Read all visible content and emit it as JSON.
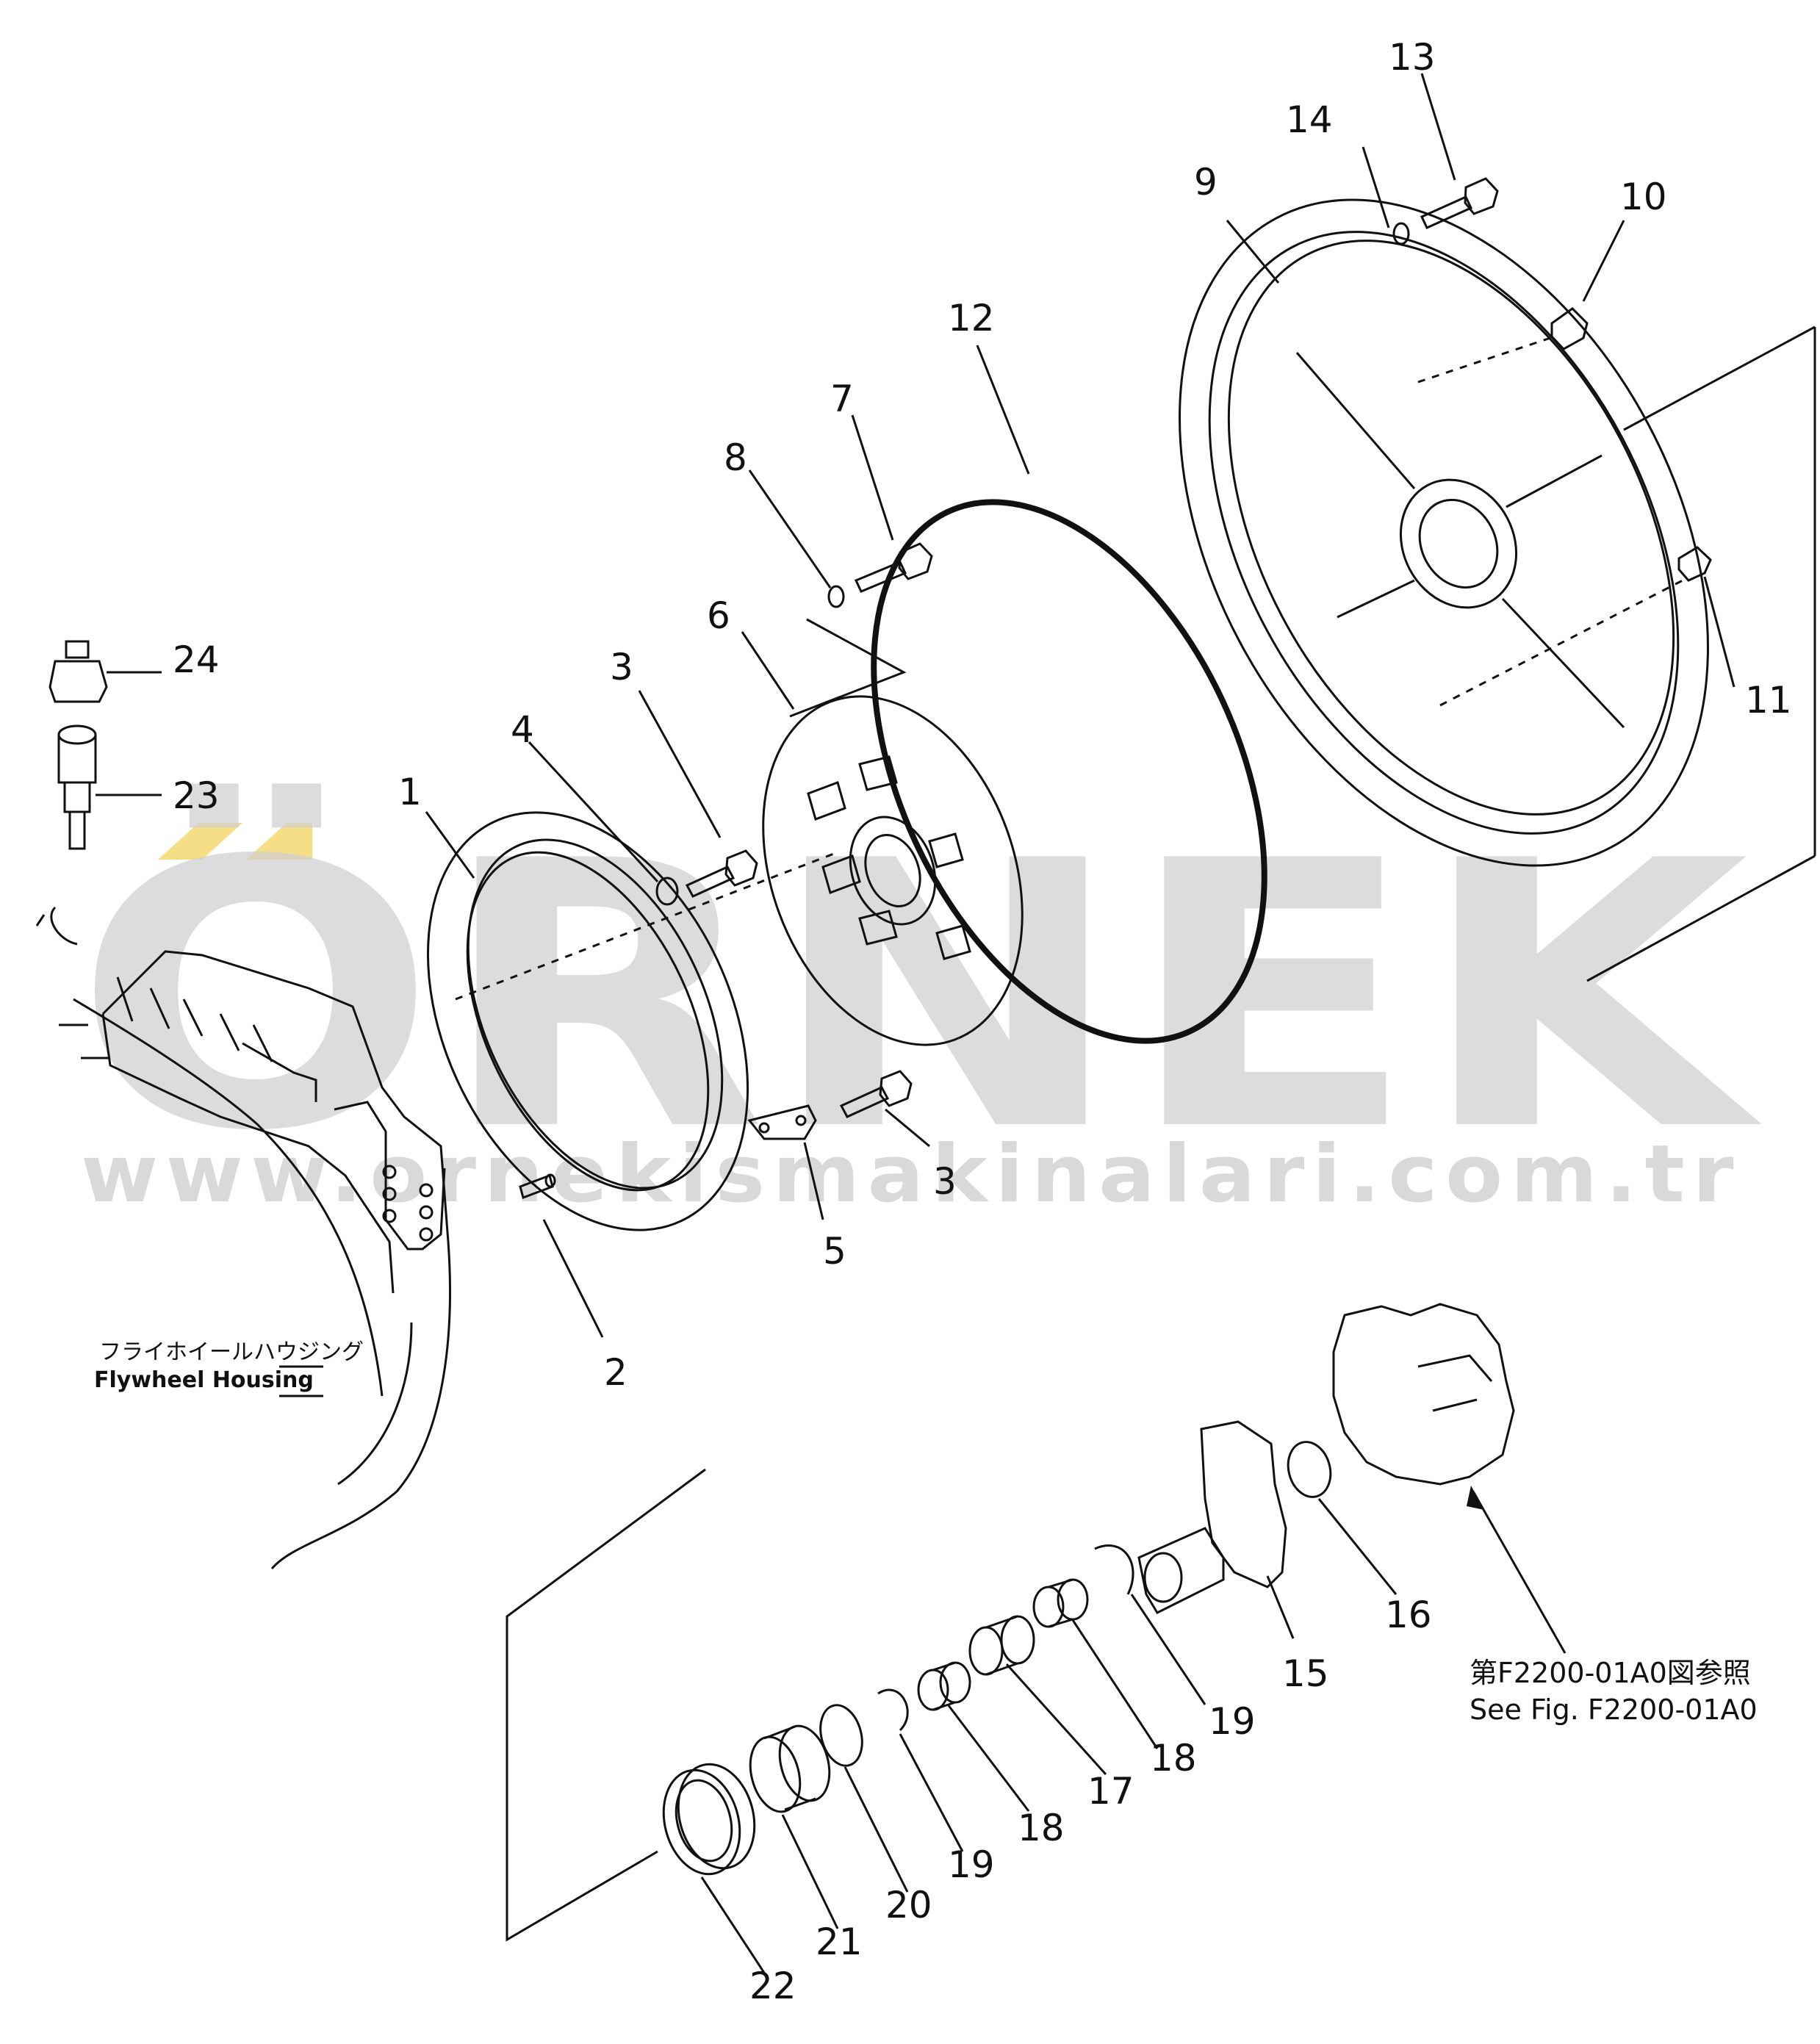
{
  "watermark": {
    "brand": "ÖRNEK",
    "url": "www.ornekismakinalari.com.tr",
    "accent_color": "#f2d35c",
    "text_color": "#cfcfd3"
  },
  "labels": {
    "flywheel_housing_jp": "フライホイールハウジング",
    "flywheel_housing_en": "Flywheel  Housing",
    "see_fig_jp": "第F2200-01A0図参照",
    "see_fig_en": "See Fig. F2200-01A0"
  },
  "callouts": {
    "c1": "1",
    "c2": "2",
    "c3a": "3",
    "c3b": "3",
    "c4": "4",
    "c5": "5",
    "c6": "6",
    "c7": "7",
    "c8": "8",
    "c9": "9",
    "c10": "10",
    "c11": "11",
    "c12": "12",
    "c13": "13",
    "c14": "14",
    "c15": "15",
    "c16": "16",
    "c17": "17",
    "c18a": "18",
    "c18b": "18",
    "c19a": "19",
    "c19b": "19",
    "c20": "20",
    "c21": "21",
    "c22": "22",
    "c23": "23",
    "c24": "24"
  }
}
